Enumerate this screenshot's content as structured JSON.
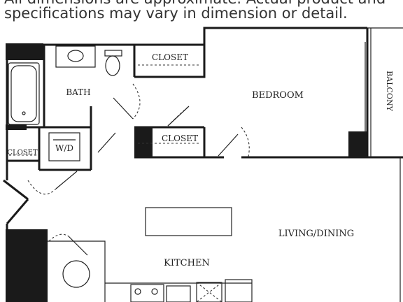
{
  "disclaimer": {
    "line1": "All dimensions are approximate. Actual product and",
    "line2": "specifications may vary in dimension or detail."
  },
  "rooms": {
    "bath": "BATH",
    "bedroom": "BEDROOM",
    "balcony": "BALCONY",
    "closet_top": "CLOSET",
    "closet_mid": "CLOSET",
    "closet_left": "CLOSET",
    "wd": "W/D",
    "living": "LIVING/DINING",
    "kitchen": "KITCHEN"
  }
}
